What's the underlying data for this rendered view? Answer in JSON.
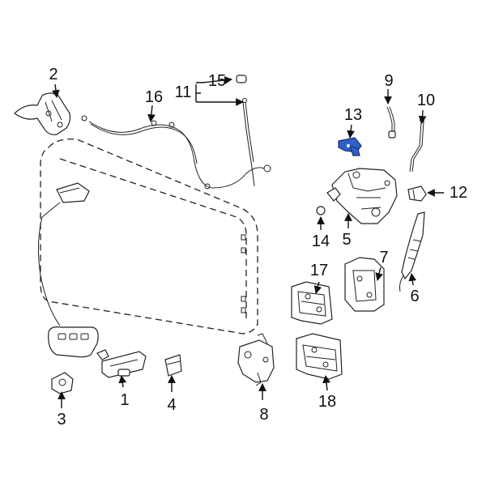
{
  "diagram": {
    "highlight_color": "#2f5fc9",
    "callouts": [
      {
        "id": "c1",
        "label": "1"
      },
      {
        "id": "c2",
        "label": "2"
      },
      {
        "id": "c3",
        "label": "3"
      },
      {
        "id": "c4",
        "label": "4"
      },
      {
        "id": "c5",
        "label": "5"
      },
      {
        "id": "c6",
        "label": "6"
      },
      {
        "id": "c7",
        "label": "7"
      },
      {
        "id": "c8",
        "label": "8"
      },
      {
        "id": "c9",
        "label": "9"
      },
      {
        "id": "c10",
        "label": "10"
      },
      {
        "id": "c11",
        "label": "11"
      },
      {
        "id": "c12",
        "label": "12"
      },
      {
        "id": "c13",
        "label": "13"
      },
      {
        "id": "c14",
        "label": "14"
      },
      {
        "id": "c15",
        "label": "15"
      },
      {
        "id": "c16",
        "label": "16"
      },
      {
        "id": "c17",
        "label": "17"
      },
      {
        "id": "c18",
        "label": "18"
      }
    ]
  }
}
